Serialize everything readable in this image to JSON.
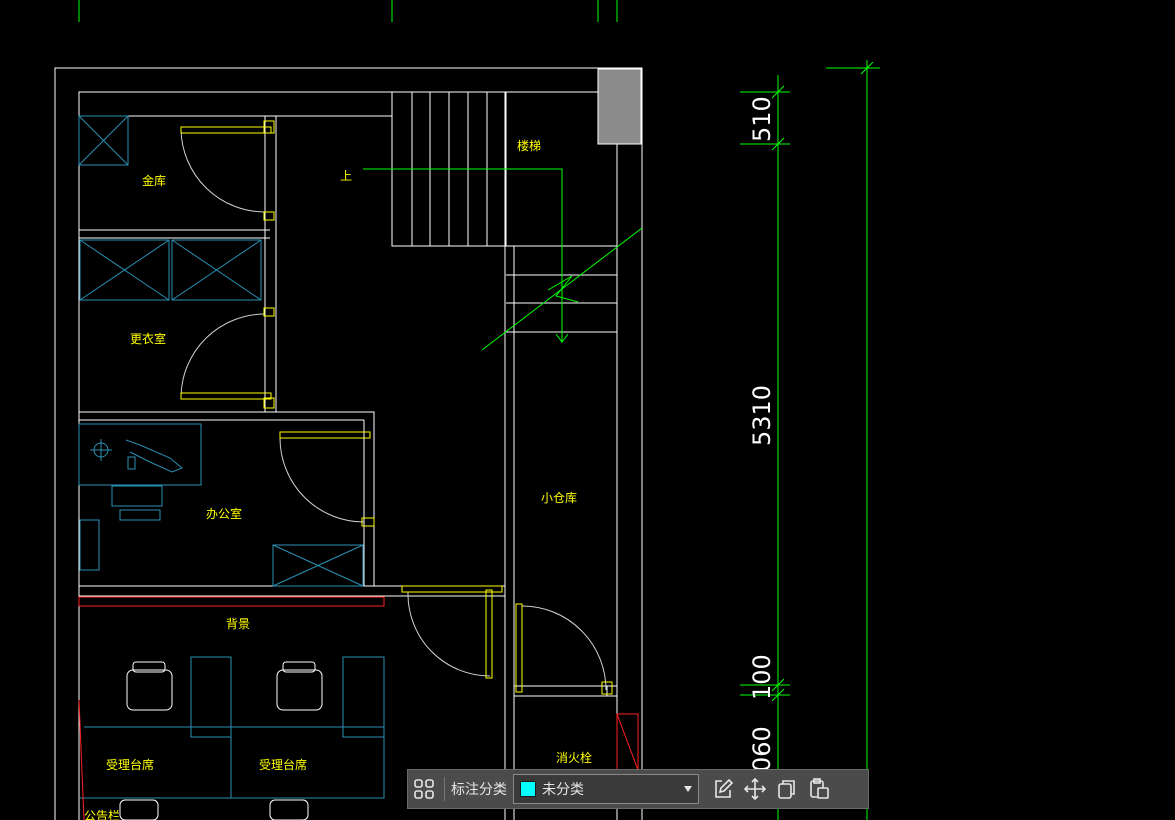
{
  "drawing": {
    "rooms": [
      {
        "id": "vault",
        "label": "金库"
      },
      {
        "id": "stairs",
        "label": "楼梯"
      },
      {
        "id": "up",
        "label": "上"
      },
      {
        "id": "locker",
        "label": "更衣室"
      },
      {
        "id": "office",
        "label": "办公室"
      },
      {
        "id": "storage",
        "label": "小仓库"
      },
      {
        "id": "backdrop",
        "label": "背景"
      },
      {
        "id": "desk1",
        "label": "受理台席"
      },
      {
        "id": "desk2",
        "label": "受理台席"
      },
      {
        "id": "hydrant",
        "label": "消火栓"
      },
      {
        "id": "notice",
        "label": "公告栏"
      }
    ],
    "dimensions": [
      "510",
      "5310",
      "100",
      "060"
    ],
    "colors": {
      "wall": "#ffffff",
      "door": "#ffff00",
      "furniture": "#2b8fb3",
      "dimension_line": "#00ff00",
      "column": "#8c8c8c",
      "red_element": "#ff2020"
    }
  },
  "toolbar": {
    "grid_icon": "grid-icon",
    "category_label": "标注分类",
    "category_value": "未分类",
    "category_swatch": "#00ffff",
    "edit_icon": "edit-icon",
    "move_icon": "move-icon",
    "copy_icon": "copy-icon",
    "paste_icon": "paste-icon"
  }
}
